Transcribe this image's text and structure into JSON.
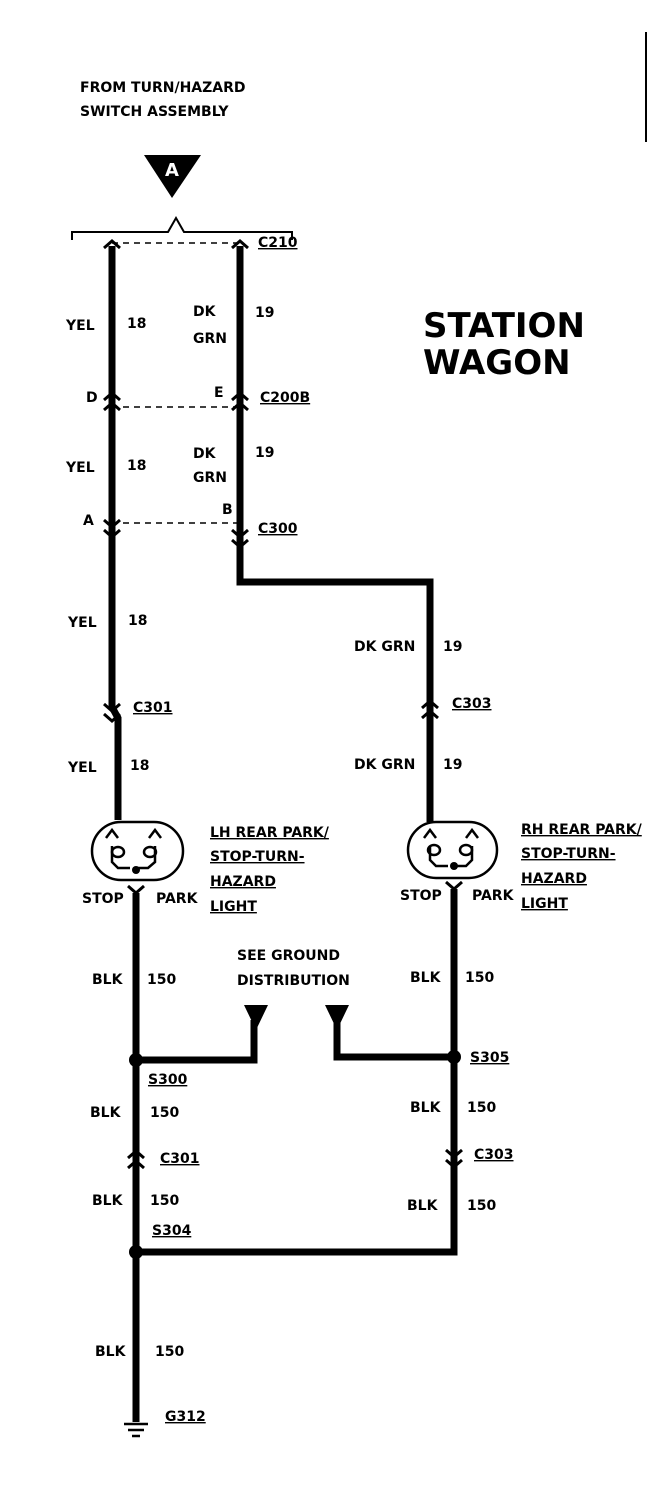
{
  "source": {
    "line1": "FROM TURN/HAZARD",
    "line2": "SWITCH ASSEMBLY",
    "marker": "A"
  },
  "title": {
    "line1": "STATION",
    "line2": "WAGON"
  },
  "connectors": {
    "c210": "C210",
    "c200b": "C200B",
    "c300": "C300",
    "c301_top": "C301",
    "c303_top": "C303",
    "c301_bottom": "C301",
    "c303_bottom": "C303"
  },
  "pins": {
    "d": "D",
    "e": "E",
    "a": "A",
    "b": "B"
  },
  "wires": {
    "yel": "YEL",
    "gauge_18": "18",
    "dk": "DK",
    "grn": "GRN",
    "dk_grn": "DK GRN",
    "gauge_19": "19",
    "blk": "BLK",
    "gauge_150": "150"
  },
  "lamps": {
    "lh": {
      "line1": "LH REAR PARK/",
      "line2": "STOP-TURN-",
      "line3": "HAZARD",
      "line4": "LIGHT"
    },
    "rh": {
      "line1": "RH REAR PARK/",
      "line2": "STOP-TURN-",
      "line3": "HAZARD",
      "line4": "LIGHT"
    },
    "stop": "STOP",
    "park": "PARK"
  },
  "ground": {
    "line1": "SEE GROUND",
    "line2": "DISTRIBUTION"
  },
  "splices": {
    "s300": "S300",
    "s305": "S305",
    "s304": "S304"
  },
  "ground_point": "G312"
}
